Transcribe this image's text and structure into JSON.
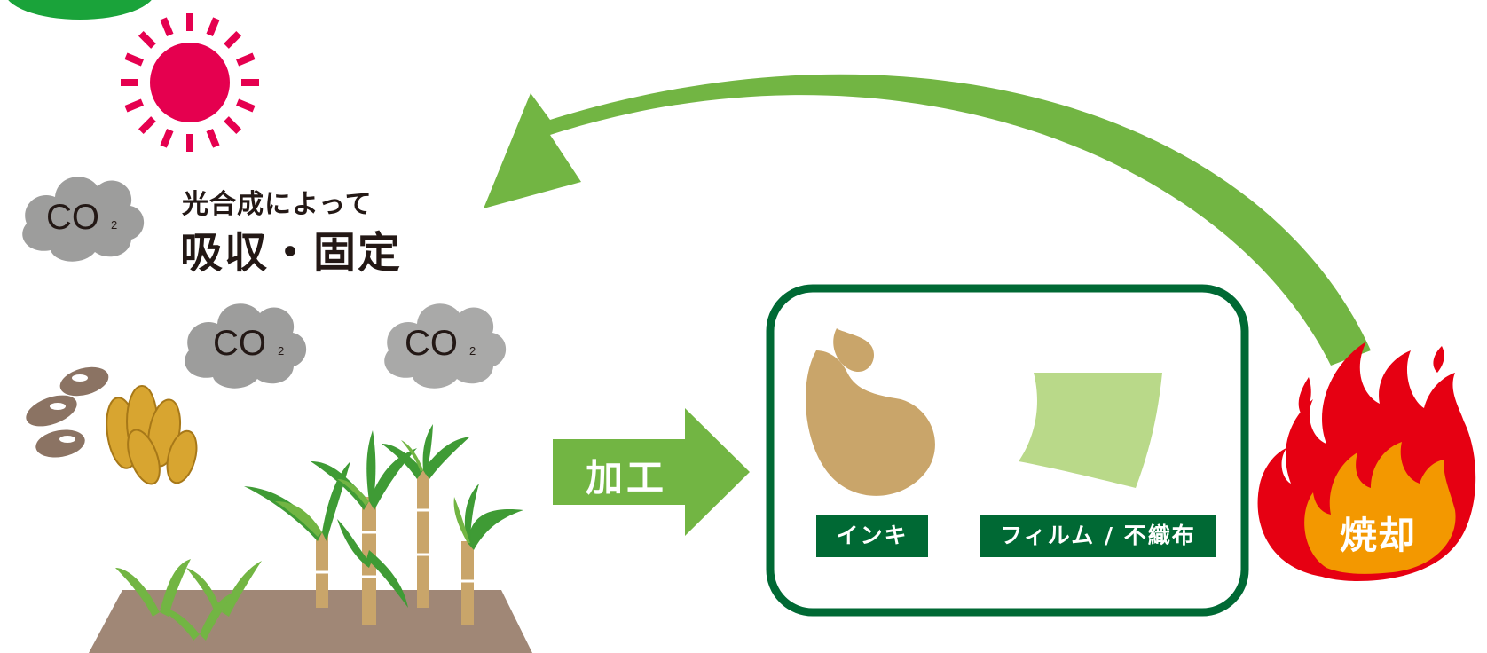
{
  "diagram": {
    "caption": {
      "line1": "光合成によって",
      "line2": "吸収・固定"
    },
    "co2_label": "CO",
    "co2_subscript": "2",
    "process_label": "加工",
    "products": {
      "ink": "インキ",
      "film": "フィルム / 不織布"
    },
    "incineration_label": "焼却",
    "colors": {
      "green_arrow": "#72b543",
      "dark_green": "#006934",
      "sun": "#e5004f",
      "cloud": "#9d9d9c",
      "soil": "#a08776",
      "ink_drop": "#c9a56a",
      "film": "#b9d989",
      "flame_outer": "#e60012",
      "flame_inner": "#f39800"
    }
  }
}
